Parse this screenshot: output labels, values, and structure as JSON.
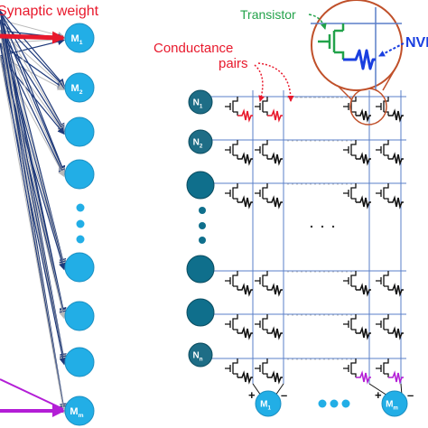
{
  "labels": {
    "synaptic_weight": "Synaptic weight",
    "transistor": "Transistor",
    "nvm": "NVM",
    "conductance_line1": "Conductance",
    "conductance_line2": "pairs",
    "plus": "+",
    "minus": "–"
  },
  "nodes": {
    "left_outputs": [
      {
        "base": "M",
        "sub": "1"
      },
      {
        "base": "M",
        "sub": "2"
      },
      {
        "base": "",
        "sub": ""
      },
      {
        "base": "",
        "sub": ""
      },
      {
        "base": "",
        "sub": ""
      },
      {
        "base": "",
        "sub": ""
      },
      {
        "base": "",
        "sub": ""
      },
      {
        "base": "M",
        "sub": "m"
      }
    ],
    "crossbar_inputs": [
      {
        "base": "N",
        "sub": "1"
      },
      {
        "base": "N",
        "sub": "2"
      },
      {
        "base": "",
        "sub": ""
      },
      {
        "base": "",
        "sub": ""
      },
      {
        "base": "",
        "sub": ""
      },
      {
        "base": "N",
        "sub": "n"
      }
    ],
    "crossbar_outputs": [
      {
        "base": "M",
        "sub": "1"
      },
      {
        "base": "M",
        "sub": "m"
      }
    ]
  },
  "colors": {
    "light_neuron": "#22aee6",
    "dark_neuron": "#0f6f8c",
    "small_neuron": "#1e6d86",
    "red_arrow": "#e8192c",
    "purple_arrow": "#b31ed6",
    "navy": "#1f3a7a",
    "green": "#22a24a",
    "nvm_blue": "#1a3fe0",
    "magnifier": "#c0502a",
    "row_line": "#5a7fc8"
  }
}
